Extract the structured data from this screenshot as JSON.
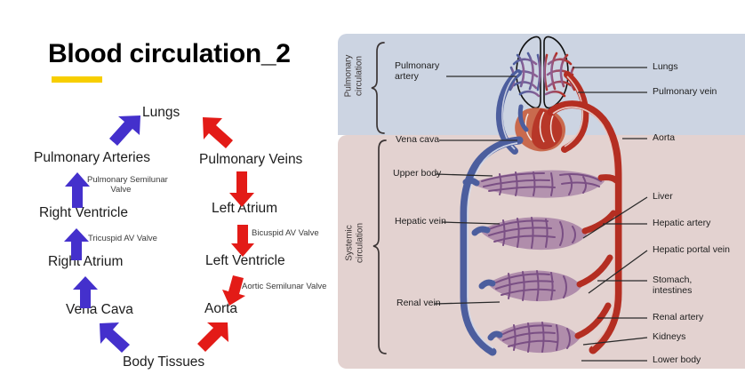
{
  "title": "Blood circulation_2",
  "accent_colors": {
    "title_rule": "#F7CE00",
    "blue_arrow": "#4430CC",
    "red_arrow": "#E31B17",
    "pulmonary_panel": "#ccd4e2",
    "systemic_panel": "#e3d2d0",
    "artery_red": "#B42E22",
    "vein_blue": "#4C5E9E",
    "capillary_purple": "#8E5F93"
  },
  "flow_chart": {
    "nodes": [
      {
        "id": "lungs",
        "label": "Lungs"
      },
      {
        "id": "pulmonary-arteries",
        "label": "Pulmonary Arteries"
      },
      {
        "id": "pulmonary-veins",
        "label": "Pulmonary Veins"
      },
      {
        "id": "right-ventricle",
        "label": "Right Ventricle"
      },
      {
        "id": "left-atrium",
        "label": "Left Atrium"
      },
      {
        "id": "right-atrium",
        "label": "Right Atrium"
      },
      {
        "id": "left-ventricle",
        "label": "Left Ventricle"
      },
      {
        "id": "vena-cava",
        "label": "Vena Cava"
      },
      {
        "id": "aorta",
        "label": "Aorta"
      },
      {
        "id": "body-tissues",
        "label": "Body Tissues"
      }
    ],
    "valve_labels": [
      {
        "id": "pulmonary-semilunar-valve",
        "label": "Pulmonary Semilunar\n          Valve"
      },
      {
        "id": "tricuspid-av-valve",
        "label": "Tricuspid AV Valve"
      },
      {
        "id": "bicuspid-av-valve",
        "label": "Bicuspid AV Valve"
      },
      {
        "id": "aortic-semilunar-valve",
        "label": "Aortic Semilunar Valve"
      }
    ],
    "arrows": [
      {
        "id": "arrow-to-lungs",
        "color": "blue",
        "direction": "up-right"
      },
      {
        "id": "arrow-from-lungs",
        "color": "red",
        "direction": "down-right"
      },
      {
        "id": "arrow-rv-to-pa",
        "color": "blue",
        "direction": "up"
      },
      {
        "id": "arrow-pv-to-la",
        "color": "red",
        "direction": "down"
      },
      {
        "id": "arrow-ra-to-rv",
        "color": "blue",
        "direction": "up"
      },
      {
        "id": "arrow-la-to-lv",
        "color": "red",
        "direction": "down"
      },
      {
        "id": "arrow-vc-to-ra",
        "color": "blue",
        "direction": "up"
      },
      {
        "id": "arrow-lv-to-aorta",
        "color": "red",
        "direction": "down"
      },
      {
        "id": "arrow-tissues-to-vena-cava",
        "color": "blue",
        "direction": "up-left"
      },
      {
        "id": "arrow-aorta-to-tissues",
        "color": "red",
        "direction": "down-left"
      }
    ]
  },
  "figure": {
    "sections": [
      {
        "id": "pulmonary-circulation",
        "label": "Pulmonary\ncirculation"
      },
      {
        "id": "systemic-circulation",
        "label": "Systemic\ncirculation"
      }
    ],
    "labels_left": [
      {
        "id": "pulmonary-artery",
        "label": "Pulmonary\nartery"
      },
      {
        "id": "vena-cava",
        "label": "Vena cava"
      },
      {
        "id": "upper-body",
        "label": "Upper body"
      },
      {
        "id": "hepatic-vein",
        "label": "Hepatic vein"
      },
      {
        "id": "renal-vein",
        "label": "Renal vein"
      }
    ],
    "labels_right": [
      {
        "id": "lungs",
        "label": "Lungs"
      },
      {
        "id": "pulmonary-vein",
        "label": "Pulmonary vein"
      },
      {
        "id": "aorta",
        "label": "Aorta"
      },
      {
        "id": "liver",
        "label": "Liver"
      },
      {
        "id": "hepatic-artery",
        "label": "Hepatic artery"
      },
      {
        "id": "hepatic-portal-vein",
        "label": "Hepatic portal vein"
      },
      {
        "id": "stomach-intestines",
        "label": "Stomach,\nintestines"
      },
      {
        "id": "renal-artery",
        "label": "Renal artery"
      },
      {
        "id": "kidneys",
        "label": "Kidneys"
      },
      {
        "id": "lower-body",
        "label": "Lower body"
      }
    ]
  }
}
